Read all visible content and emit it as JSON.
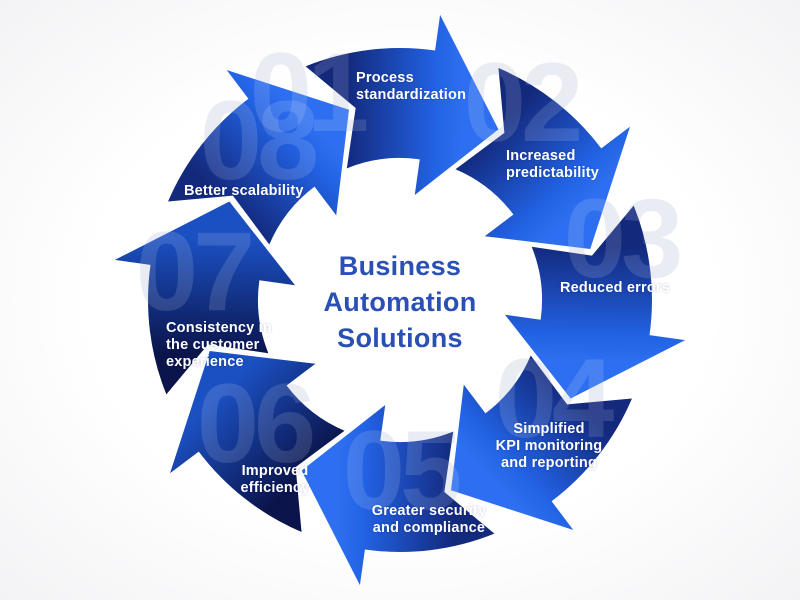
{
  "diagram": {
    "title": {
      "text": "Business\nAutomation\nSolutions"
    },
    "title_color": "#2a50b5",
    "ghost_number_color": "#e7eaf2",
    "arrow_colors": {
      "bright_tail": "#13297c",
      "bright_head": "#2262e4",
      "bright_tip": "#2d6ff0",
      "dark_tail": "#0b154c",
      "dark_head": "#1b50c2"
    },
    "segments": [
      {
        "number": "01",
        "label": "Process\nstandardization",
        "tone": "bright"
      },
      {
        "number": "02",
        "label": "Increased\npredictability",
        "tone": "bright"
      },
      {
        "number": "03",
        "label": "Reduced errors",
        "tone": "bright"
      },
      {
        "number": "04",
        "label": "Simplified\nKPI monitoring\nand reporting",
        "tone": "bright"
      },
      {
        "number": "05",
        "label": "Greater security\nand compliance",
        "tone": "bright"
      },
      {
        "number": "06",
        "label": "Improved\nefficiency",
        "tone": "dark"
      },
      {
        "number": "07",
        "label": "Consistency in\nthe customer\nexperience",
        "tone": "dark"
      },
      {
        "number": "08",
        "label": "Better scalability",
        "tone": "bright"
      }
    ]
  }
}
